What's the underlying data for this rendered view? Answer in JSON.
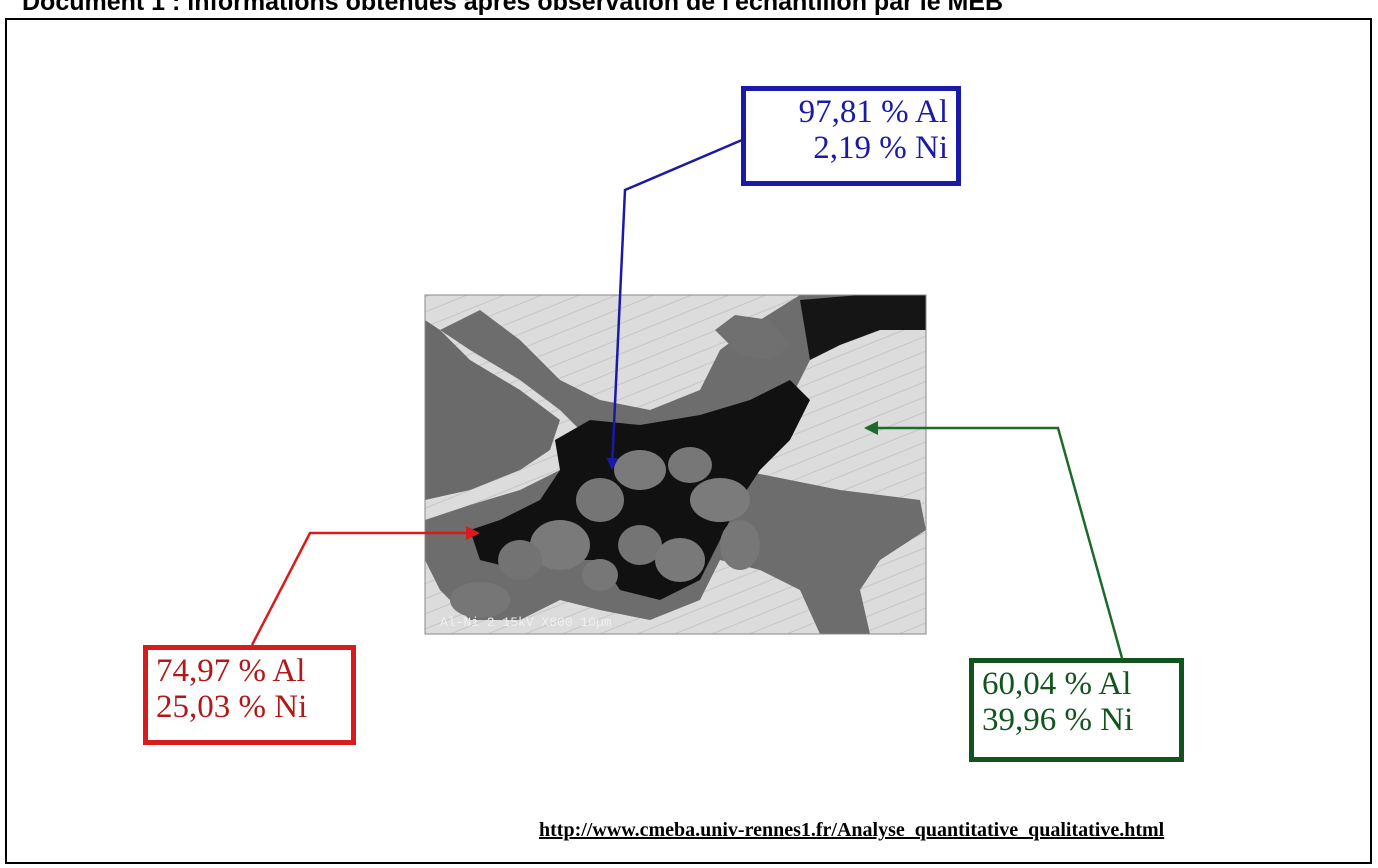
{
  "document": {
    "title": "Document 1 : informations obtenues après observation de l'échantillon par le MEB"
  },
  "micrograph": {
    "image_kind": "sem-micrograph",
    "overlay_text": "Al-Ni 2 15kV X800 10µm"
  },
  "annotations": [
    {
      "id": "blue",
      "color": "#1a1aa6",
      "line1": "97,81 % Al",
      "line2": "2,19 % Ni"
    },
    {
      "id": "red",
      "color": "#d81b1b",
      "line1": "74,97 % Al",
      "line2": "25,03 % Ni"
    },
    {
      "id": "green",
      "color": "#12541e",
      "line1": "60,04 % Al",
      "line2": "39,96 % Ni"
    }
  ],
  "source": {
    "url_text": "http://www.cmeba.univ-rennes1.fr/Analyse_quantitative_qualitative.html"
  }
}
